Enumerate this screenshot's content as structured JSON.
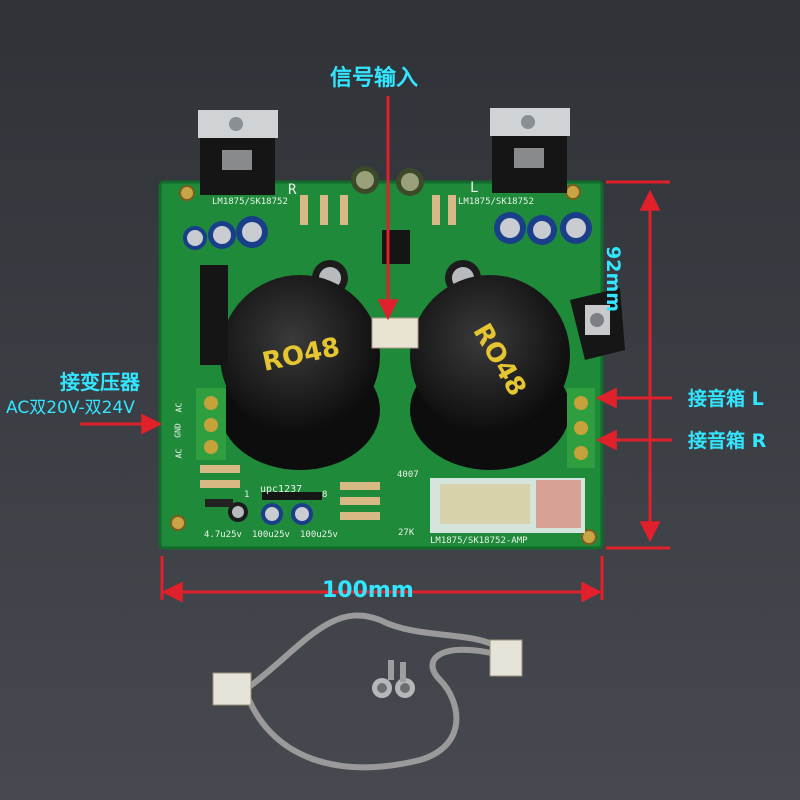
{
  "annotations": {
    "signal_input": "信号输入",
    "transformer_title": "接变压器",
    "transformer_spec": "AC双20V-双24V",
    "speaker_left": "接音箱 L",
    "speaker_right": "接音箱 R",
    "width_dim": "100mm",
    "height_dim": "92mm"
  },
  "board": {
    "channel_r": "R",
    "channel_l": "L",
    "chip_label_r": "LM1875/SK18752",
    "chip_label_l": "LM1875/SK18752",
    "capacitor_mark_1": "RO48",
    "capacitor_mark_2": "RO48",
    "rectifier_label": "4007",
    "op_amp_label": "upc1237",
    "pin_1": "1",
    "pin_8": "8",
    "resistor_label": "27K",
    "cap_labels": [
      "4.7u25v",
      "100u25v",
      "100u25v"
    ],
    "board_name": "LM1875/SK18752-AMP",
    "ac_terminals": [
      "AC",
      "GND",
      "AC"
    ]
  },
  "colors": {
    "pcb": "#1f8a3a",
    "annotation_cyan": "#33e6ff",
    "arrow_red": "#e0202a"
  }
}
